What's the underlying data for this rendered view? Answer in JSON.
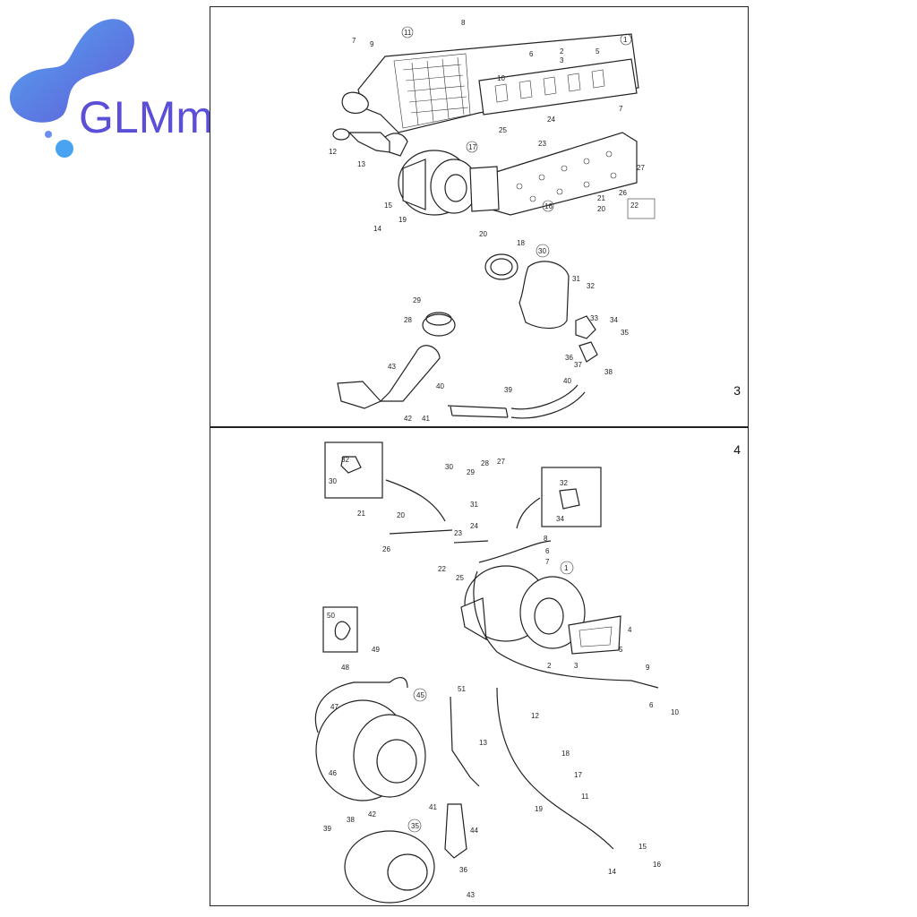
{
  "logo": {
    "text": "GLMmarine",
    "color": "#5a4fd6",
    "accent": "#4aa3f0"
  },
  "panels": [
    {
      "number": "3",
      "callouts": [
        "11",
        "8",
        "7",
        "9",
        "2",
        "1",
        "3",
        "5",
        "10",
        "6",
        "7",
        "12",
        "13",
        "17",
        "25",
        "24",
        "23",
        "27",
        "26",
        "21",
        "20",
        "22",
        "15",
        "16",
        "14",
        "18",
        "19",
        "20",
        "30",
        "31",
        "32",
        "29",
        "28",
        "33",
        "34",
        "35",
        "36",
        "37",
        "38",
        "40",
        "41",
        "39",
        "42",
        "43",
        "40"
      ]
    },
    {
      "number": "4",
      "callouts": [
        "32",
        "30",
        "30",
        "29",
        "28",
        "27",
        "31",
        "32",
        "34",
        "21",
        "20",
        "24",
        "23",
        "26",
        "22",
        "25",
        "8",
        "6",
        "7",
        "1",
        "4",
        "5",
        "2",
        "3",
        "9",
        "6",
        "10",
        "50",
        "49",
        "48",
        "47",
        "45",
        "51",
        "12",
        "13",
        "18",
        "17",
        "11",
        "19",
        "15",
        "14",
        "16",
        "41",
        "46",
        "35",
        "44",
        "42",
        "39",
        "38",
        "36",
        "43"
      ]
    }
  ]
}
